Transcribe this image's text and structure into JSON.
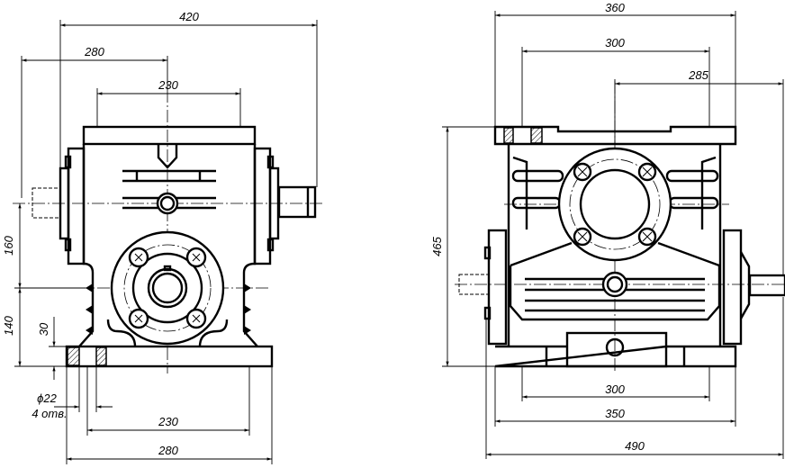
{
  "title": "Worm gearbox overall dimensions drawing",
  "front_view": {
    "dims": {
      "overall_width": "420",
      "shaft_offset": "280",
      "cover_width": "230",
      "center_height_diff": "160",
      "output_axis_height": "140",
      "foot_thickness": "30",
      "hole_diameter": "ϕ22",
      "hole_count": "4 отв.",
      "foot_hole_spacing": "230",
      "foot_width": "280"
    }
  },
  "side_view": {
    "dims": {
      "top_flange_width": "360",
      "top_hole_spacing": "300",
      "shaft_projection": "285",
      "overall_height": "465",
      "base_hole_spacing": "300",
      "base_width": "350",
      "overall_length": "490"
    }
  },
  "colors": {
    "line": "#000000",
    "background": "#ffffff"
  }
}
